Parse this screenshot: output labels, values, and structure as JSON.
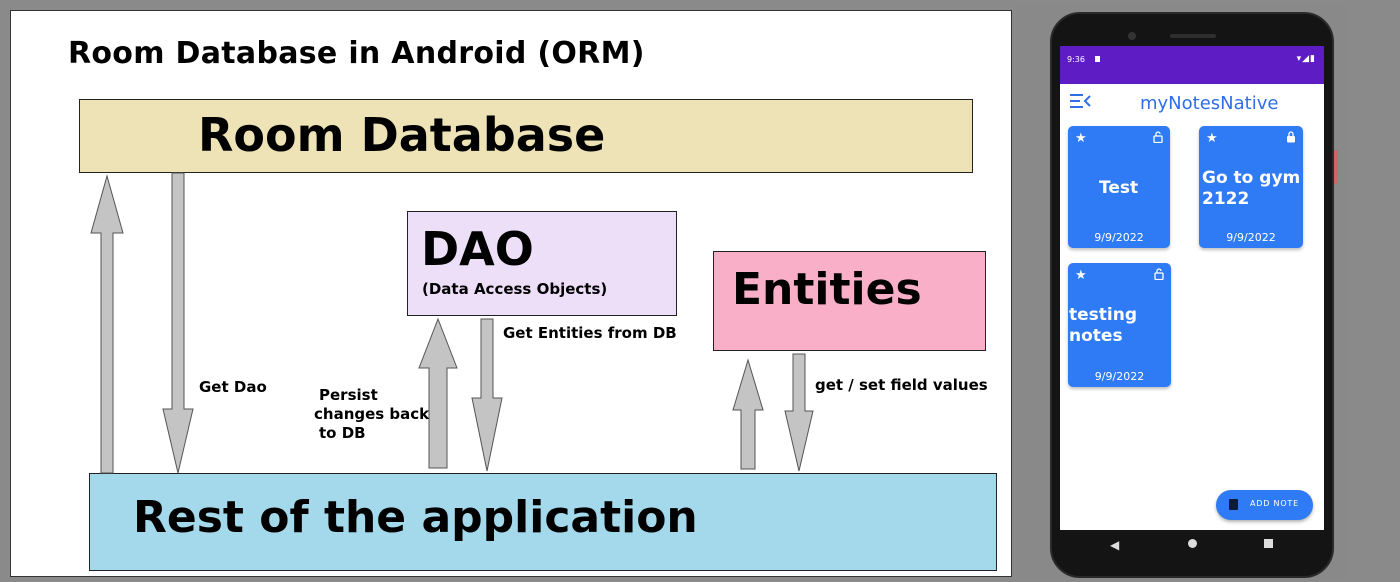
{
  "slide": {
    "title": "Room Database in Android (ORM)",
    "room_box": "Room Database",
    "dao_box": {
      "title": "DAO",
      "subtitle": "(Data Access Objects)"
    },
    "entities_box": "Entities",
    "rest_box": "Rest of the application",
    "labels": {
      "get_dao": "Get Dao",
      "persist_line1": "Persist",
      "persist_line2": "changes back",
      "persist_line3": "to DB",
      "get_entities": "Get Entities from DB",
      "get_set": "get / set field values"
    },
    "colors": {
      "room": "#ede3b6",
      "dao": "#eedff9",
      "entities": "#f9afc8",
      "rest": "#a3d9eb",
      "arrow": "#c4c4c4"
    }
  },
  "phone": {
    "status_time": "9:36",
    "app_title": "myNotesNative",
    "menu_icon": "menu-open-icon",
    "notes": [
      {
        "title": "Test",
        "date": "9/9/2022",
        "star_icon": "star-icon",
        "lock_icon": "lock-open-icon"
      },
      {
        "title": "Go to gym 2122",
        "date": "9/9/2022",
        "star_icon": "star-icon",
        "lock_icon": "lock-icon"
      },
      {
        "title": "testing notes",
        "date": "9/9/2022",
        "star_icon": "star-icon",
        "lock_icon": "lock-open-icon"
      }
    ],
    "fab_label": "ADD NOTE",
    "accent_color": "#2f7bf5",
    "statusbar_color": "#5e1cc4"
  }
}
